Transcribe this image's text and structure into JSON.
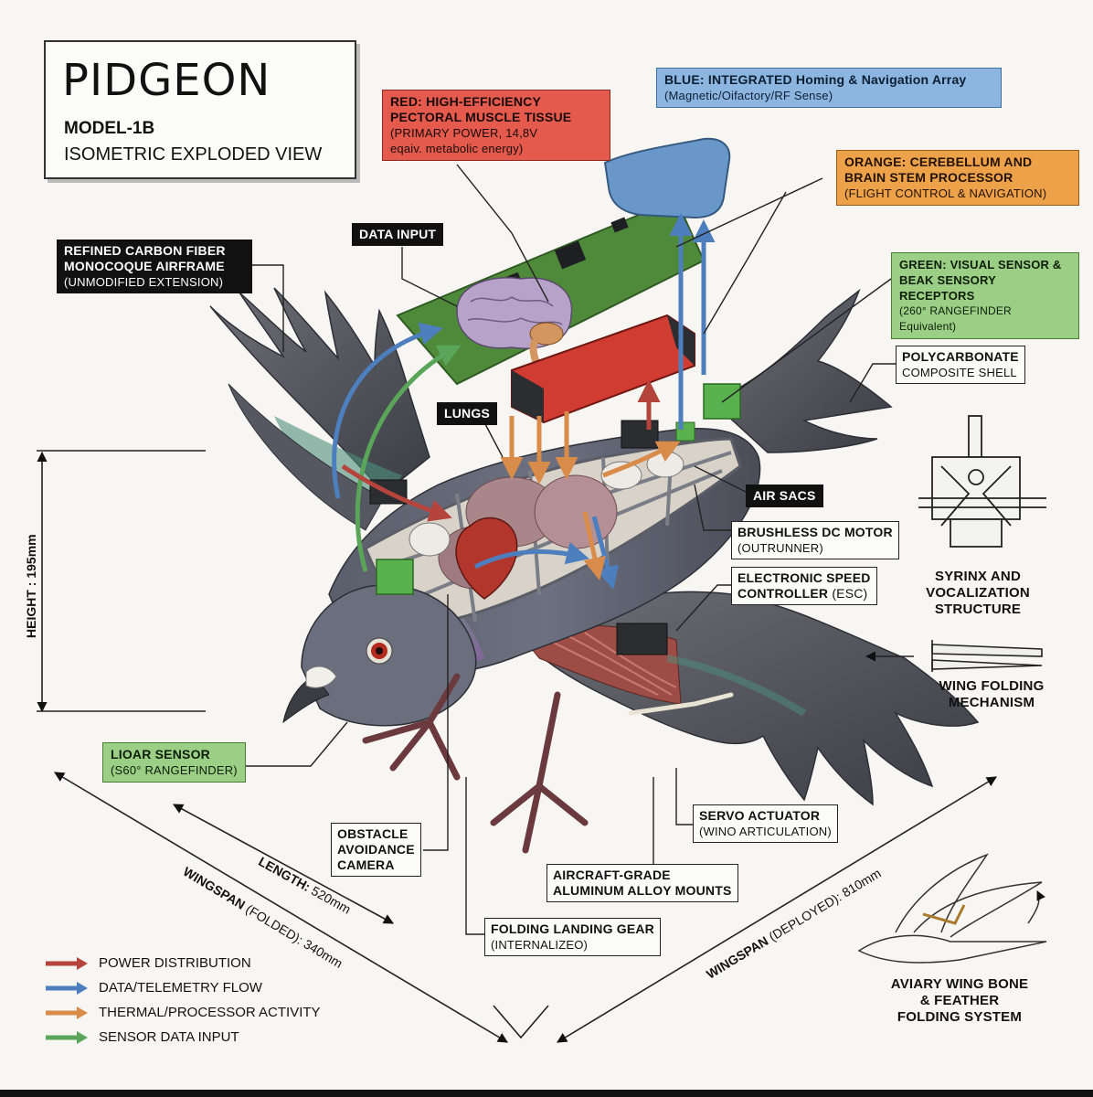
{
  "title": {
    "name": "PIDGEON",
    "model": "MODEL-1B",
    "view": "ISOMETRIC EXPLODED VIEW"
  },
  "labels": {
    "red_muscle": {
      "title": "RED: HIGH-EFFICIENCY PECTORAL MUSCLE TISSUE",
      "line1": "(PRIMARY POWER, 14,8V",
      "line2": "eqaiv. metabolic energy)"
    },
    "blue_homing": {
      "title": "BLUE: INTEGRATED Homing & Navigation Array",
      "sub": "(Magnetic/Oifactory/RF Sense)"
    },
    "orange_brain": {
      "title1": "ORANGE: CEREBELLUM AND",
      "title2": "BRAIN STEM PROCESSOR",
      "sub": "(FLIGHT CONTROL & NAVIGATION)"
    },
    "green_visual": {
      "title1": "GREEN: VISUAL SENSOR &",
      "title2": "BEAK SENSORY RECEPTORS",
      "sub": "(260° RANGEFINDER Equivalent)"
    },
    "airframe": {
      "title1": "REFINED CARBON FIBER",
      "title2": "MONOCOQUE AIRFRAME",
      "sub": "(UNMODIFIED EXTENSION)"
    },
    "data_input": "DATA INPUT",
    "lungs": "LUNGS",
    "polycarbonate": {
      "title": "POLYCARBONATE",
      "sub": "COMPOSITE SHELL"
    },
    "air_sacs": "AIR SACS",
    "motor": {
      "title": "BRUSHLESS DC MOTOR",
      "sub": "(OUTRUNNER)"
    },
    "esc": {
      "title1": "ELECTRONIC SPEED",
      "title2": "CONTROLLER",
      "sub": "(ESC)"
    },
    "syrinx": {
      "line1": "SYRINX AND",
      "line2": "VOCALIZATION",
      "line3": "STRUCTURE"
    },
    "wing_folding": {
      "line1": "WING FOLDING",
      "line2": "MECHANISM"
    },
    "lidar": {
      "title": "LIOAR SENSOR",
      "sub": "(S60° RANGEFINDER)"
    },
    "camera": {
      "line1": "OBSTACLE",
      "line2": "AVOIDANCE",
      "line3": "CAMERA"
    },
    "servo": {
      "title": "SERVO ACTUATOR",
      "sub": "(WINO ARTICULATION)"
    },
    "mounts": {
      "line1": "AIRCRAFT-GRADE",
      "line2": "ALUMINUM ALLOY MOUNTS"
    },
    "landing_gear": {
      "title": "FOLDING LANDING GEAR",
      "sub": "(INTERNALIZEO)"
    },
    "aviary": {
      "line1": "AVIARY WING BONE",
      "line2": "& FEATHER",
      "line3": "FOLDING SYSTEM"
    }
  },
  "dimensions": {
    "height": "HEIGHT : 195mm",
    "length_bold": "LENGTH:",
    "length_val": " 520mm",
    "wingspan_folded_bold": "WINGSPAN",
    "wingspan_folded_val": " (FOLDED): 340mm",
    "wingspan_deployed_bold": "WINGSPAN",
    "wingspan_deployed_val": " (DEPLOYED): 810mm"
  },
  "legend": [
    {
      "label": "POWER DISTRIBUTION",
      "color": "#b5443c"
    },
    {
      "label": "DATA/TELEMETRY FLOW",
      "color": "#4d7fbf"
    },
    {
      "label": "THERMAL/PROCESSOR ACTIVITY",
      "color": "#d98b4a"
    },
    {
      "label": "SENSOR DATA INPUT",
      "color": "#5aa55a"
    }
  ],
  "colors": {
    "power": "#b5443c",
    "data": "#4d7fbf",
    "thermal": "#d98b4a",
    "sensor": "#5aa55a"
  }
}
